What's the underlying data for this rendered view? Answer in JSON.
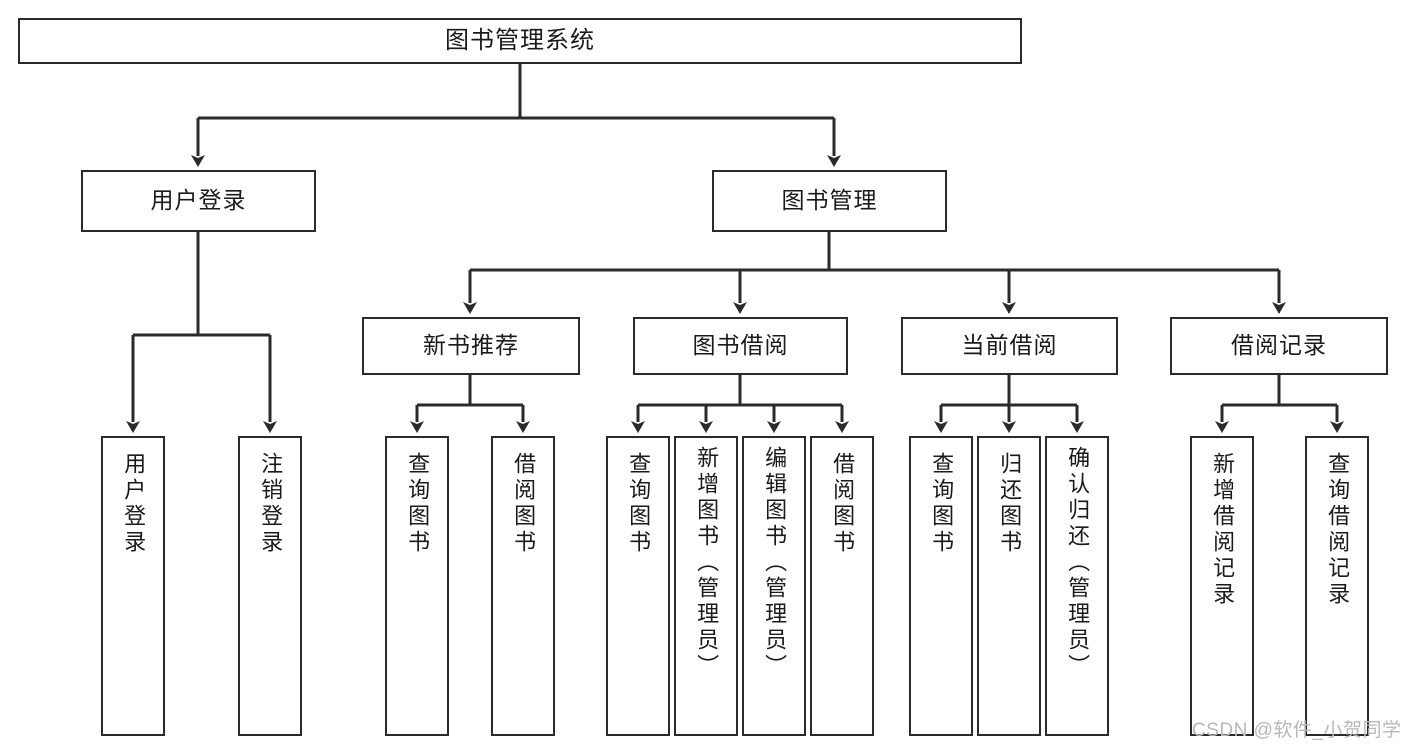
{
  "diagram": {
    "title": "图书管理系统",
    "type": "hierarchy-tree",
    "watermark": "CSDN @软件_小贺同学",
    "colors": {
      "stroke": "#2b2b2b",
      "fill": "#ffffff",
      "text": "#1a1a1a",
      "watermark": "#b8b8b8"
    },
    "levels": {
      "root": {
        "label": "图书管理系统"
      },
      "level2": [
        {
          "label": "用户登录"
        },
        {
          "label": "图书管理"
        }
      ],
      "level3": [
        {
          "label": "新书推荐"
        },
        {
          "label": "图书借阅"
        },
        {
          "label": "当前借阅"
        },
        {
          "label": "借阅记录"
        }
      ]
    },
    "leaves": {
      "user_login": [
        {
          "label": "用户登录"
        },
        {
          "label": "注销登录"
        }
      ],
      "new_book_recommend": [
        {
          "label": "查询图书"
        },
        {
          "label": "借阅图书"
        }
      ],
      "book_borrow": [
        {
          "label": "查询图书"
        },
        {
          "label": "新增图书（管理员）"
        },
        {
          "label": "编辑图书（管理员）"
        },
        {
          "label": "借阅图书"
        }
      ],
      "current_borrow": [
        {
          "label": "查询图书"
        },
        {
          "label": "归还图书"
        },
        {
          "label": "确认归还（管理员）"
        }
      ],
      "borrow_record": [
        {
          "label": "新增借阅记录"
        },
        {
          "label": "查询借阅记录"
        }
      ]
    }
  }
}
